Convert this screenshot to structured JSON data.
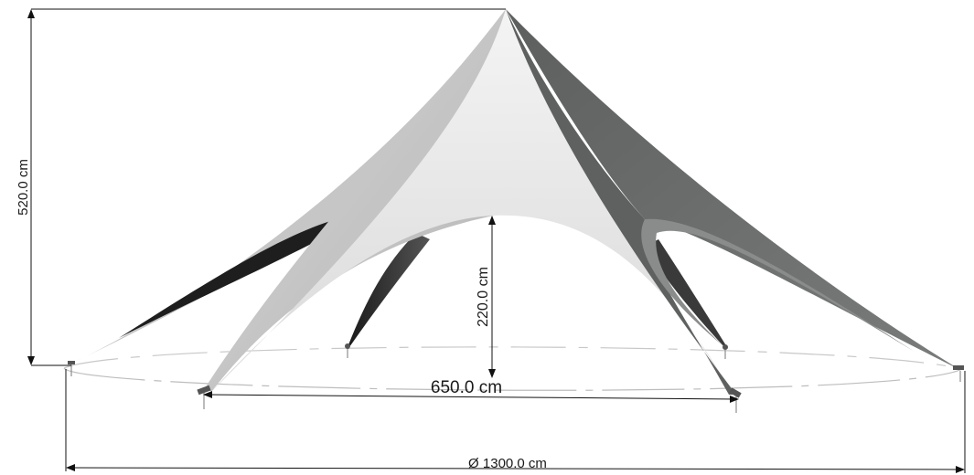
{
  "dimensions": {
    "total_height": "520.0 cm",
    "entrance_height": "220.0 cm",
    "span_width": "650.0 cm",
    "diameter": "Ø 1300.0 cm"
  },
  "colors": {
    "canvas_light": "#e6e6e6",
    "canvas_mid": "#c2c2c2",
    "canvas_dark": "#6b6d6d",
    "canvas_shadow": "#1e1e1e",
    "ground_ellipse": "#b8b8b8",
    "dimension_line": "#111111"
  }
}
